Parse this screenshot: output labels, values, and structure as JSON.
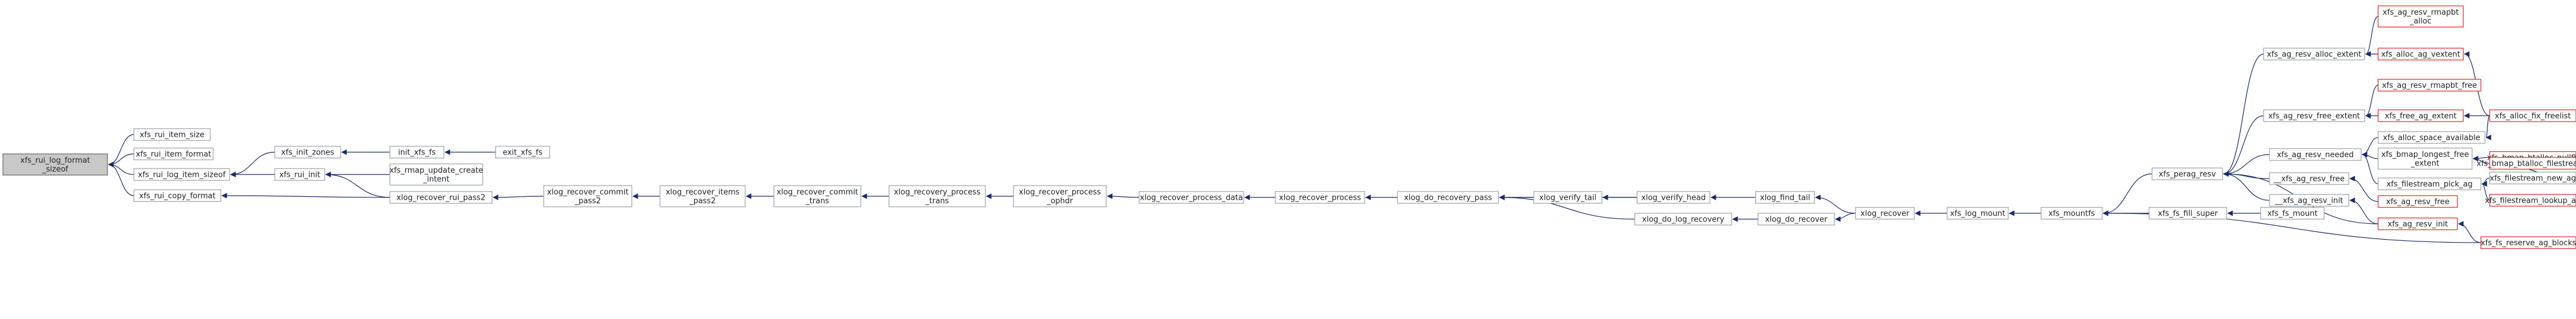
{
  "nodes": {
    "root": [
      "xfs_rui_log_format",
      "_sizeof"
    ],
    "rui_item_size": [
      "xfs_rui_item_size"
    ],
    "rui_item_format": [
      "xfs_rui_item_format"
    ],
    "rui_log_item_sizeof": [
      "xfs_rui_log_item_sizeof"
    ],
    "rui_copy_format": [
      "xfs_rui_copy_format"
    ],
    "init_zones": [
      "xfs_init_zones"
    ],
    "init_xfs_fs": [
      "init_xfs_fs"
    ],
    "exit_xfs_fs": [
      "exit_xfs_fs"
    ],
    "rui_init": [
      "xfs_rui_init"
    ],
    "rmap_update_create_intent": [
      "xfs_rmap_update_create",
      "_intent"
    ],
    "recover_rui_pass2": [
      "xlog_recover_rui_pass2"
    ],
    "recover_commit_pass2": [
      "xlog_recover_commit",
      "_pass2"
    ],
    "recover_items_pass2": [
      "xlog_recover_items",
      "_pass2"
    ],
    "recover_commit_trans": [
      "xlog_recover_commit",
      "_trans"
    ],
    "recovery_process_trans": [
      "xlog_recovery_process",
      "_trans"
    ],
    "recover_process_ophdr": [
      "xlog_recover_process",
      "_ophdr"
    ],
    "recover_process_data": [
      "xlog_recover_process_data"
    ],
    "recover_process": [
      "xlog_recover_process"
    ],
    "do_recovery_pass": [
      "xlog_do_recovery_pass"
    ],
    "verify_tail": [
      "xlog_verify_tail"
    ],
    "verify_head": [
      "xlog_verify_head"
    ],
    "find_tail": [
      "xlog_find_tail"
    ],
    "do_log_recovery": [
      "xlog_do_log_recovery"
    ],
    "do_recover": [
      "xlog_do_recover"
    ],
    "xlog_recover": [
      "xlog_recover"
    ],
    "log_mount": [
      "xfs_log_mount"
    ],
    "mountfs": [
      "xfs_mountfs"
    ],
    "fs_fill_super": [
      "xfs_fs_fill_super"
    ],
    "fs_mount": [
      "xfs_fs_mount"
    ],
    "perag_resv": [
      "xfs_perag_resv"
    ],
    "ag_resv_alloc_extent": [
      "xfs_ag_resv_alloc_extent"
    ],
    "ag_resv_rmapbt_alloc": [
      "xfs_ag_resv_rmapbt",
      "_alloc"
    ],
    "alloc_ag_vextent": [
      "xfs_alloc_ag_vextent"
    ],
    "ag_resv_rmapbt_free": [
      "xfs_ag_resv_rmapbt_free"
    ],
    "ag_resv_free_extent": [
      "xfs_ag_resv_free_extent"
    ],
    "free_ag_extent": [
      "xfs_free_ag_extent"
    ],
    "alloc_fix_freelist": [
      "xfs_alloc_fix_freelist"
    ],
    "alloc_space_available": [
      "xfs_alloc_space_available"
    ],
    "ag_resv_needed": [
      "xfs_ag_resv_needed"
    ],
    "bmap_longest_free_extent": [
      "xfs_bmap_longest_free",
      "_extent"
    ],
    "bmap_btalloc_nullfb": [
      "xfs_bmap_btalloc_nullfb"
    ],
    "bmap_btalloc_filestreams": [
      "xfs_bmap_btalloc_filestreams"
    ],
    "filestream_pick_ag": [
      "xfs_filestream_pick_ag"
    ],
    "filestream_new_ag": [
      "xfs_filestream_new_ag"
    ],
    "filestream_lookup_ag": [
      "xfs_filestream_lookup_ag"
    ],
    "__ag_resv_free": [
      "__xfs_ag_resv_free"
    ],
    "ag_resv_free": [
      "xfs_ag_resv_free"
    ],
    "__ag_resv_init": [
      "__xfs_ag_resv_init"
    ],
    "ag_resv_init": [
      "xfs_ag_resv_init"
    ],
    "fs_reserve_ag_blocks": [
      "xfs_fs_reserve_ag_blocks"
    ]
  },
  "colors": {
    "edge": "#1a2a66",
    "box_border": "#9aa0a6",
    "red_border": "#e02020",
    "root_fill": "#c8c8c8"
  }
}
